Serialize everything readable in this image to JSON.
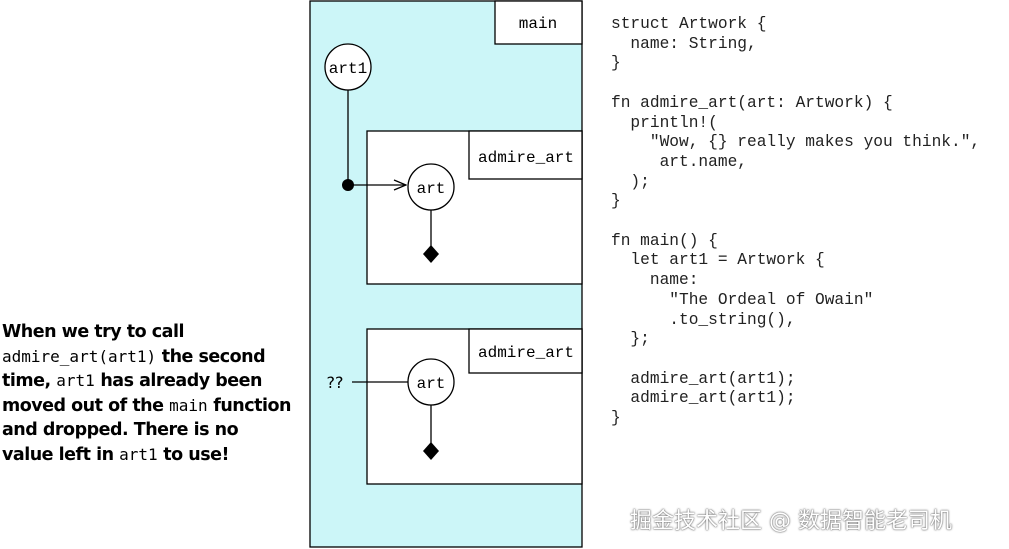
{
  "diagram": {
    "main_label": "main",
    "frame1_label": "admire_art",
    "frame2_label": "admire_art",
    "art1_node_label": "art1",
    "art_node1_label": "art",
    "art_node2_label": "art",
    "unknown_marker": "??"
  },
  "caption": {
    "part1": "When we try to call ",
    "code1": "admire_art(art1)",
    "part2": " the second time, ",
    "code2": "art1",
    "part3": " has already been moved out of the ",
    "code3": "main",
    "part4": " function and dropped. There is no value left in ",
    "code4": "art1",
    "part5": " to use!"
  },
  "code": {
    "lines": [
      "struct Artwork {",
      "  name: String,",
      "}",
      "",
      "fn admire_art(art: Artwork) {",
      "  println!(",
      "    \"Wow, {} really makes you think.\",",
      "     art.name,",
      "  );",
      "}",
      "",
      "fn main() {",
      "  let art1 = Artwork {",
      "    name:",
      "      \"The Ordeal of Owain\"",
      "      .to_string(),",
      "  };",
      "",
      "  admire_art(art1);",
      "  admire_art(art1);",
      "}"
    ]
  },
  "watermark": "掘金技术社区 @ 数据智能老司机",
  "colors": {
    "main_bg": "#ccf6f8",
    "frame_bg": "#ffffff",
    "stroke": "#000000"
  }
}
